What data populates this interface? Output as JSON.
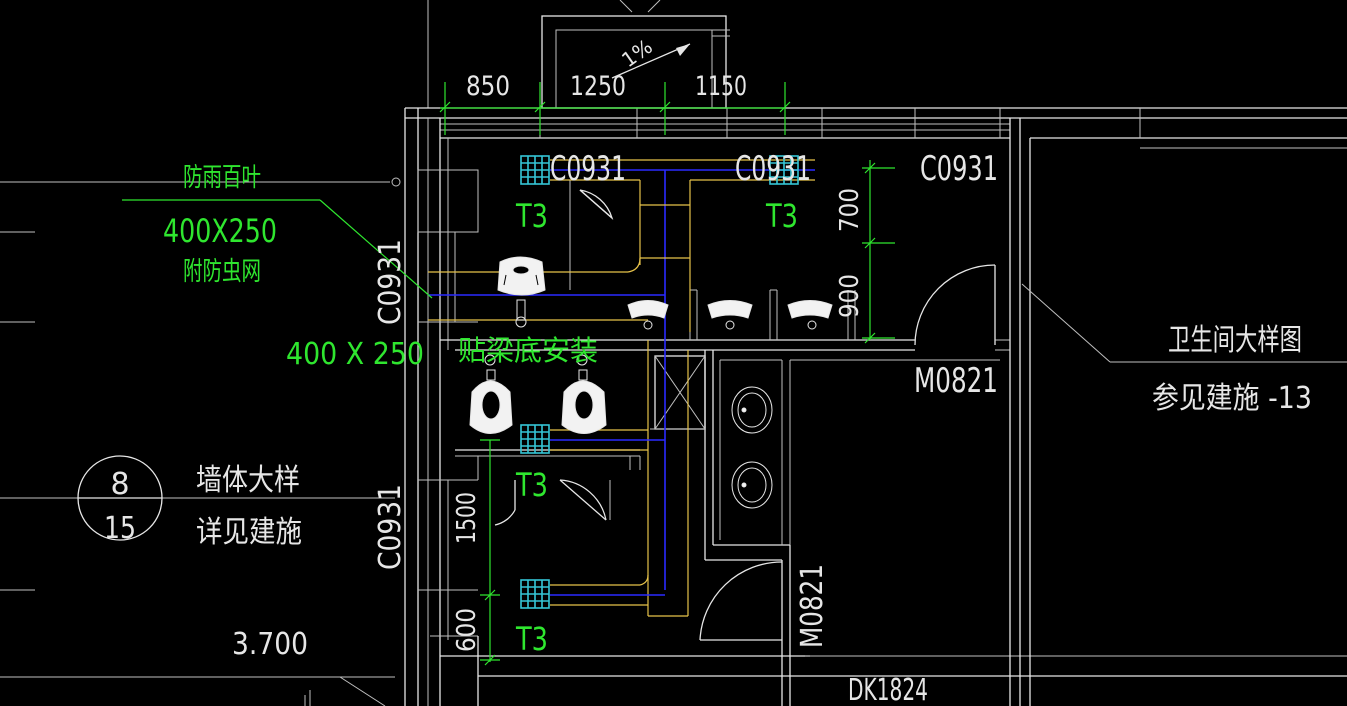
{
  "dimensions": {
    "top_1": "850",
    "top_2": "1250",
    "top_3": "1150",
    "right_700": "700",
    "right_900": "900",
    "left_1500": "1500",
    "left_600": "600"
  },
  "windows": {
    "c0931_top_1": "C0931",
    "c0931_top_2": "C0931",
    "c0931_top_3": "C0931",
    "c0931_left_1": "C0931",
    "c0931_left_2": "C0931"
  },
  "doors": {
    "m0821_right": "M0821",
    "m0821_bottom": "M0821",
    "dk1824": "DK1824"
  },
  "fans": {
    "t3_1": "T3",
    "t3_2": "T3",
    "t3_3": "T3",
    "t3_4": "T3"
  },
  "annotations": {
    "louver_title": "防雨百叶",
    "louver_size": "400X250",
    "louver_note": "附防虫网",
    "duct_size": "400  X 250",
    "duct_install": "贴梁底安装",
    "wall_detail_num": "8",
    "wall_detail_sheet": "15",
    "wall_detail_title": "墙体大样",
    "wall_detail_ref": "详见建施",
    "toilet_detail_title": "卫生间大样图",
    "toilet_detail_ref": "参见建施  -13",
    "level": "3.700",
    "slope": "1%"
  },
  "colors": {
    "background": "#000000",
    "wall_lines": "#e6e6e6",
    "dimension_text": "#2fe62f",
    "duct_yellow": "#e6c24a",
    "duct_blue": "#2a2aff",
    "fan_cyan": "#35c6d6"
  }
}
